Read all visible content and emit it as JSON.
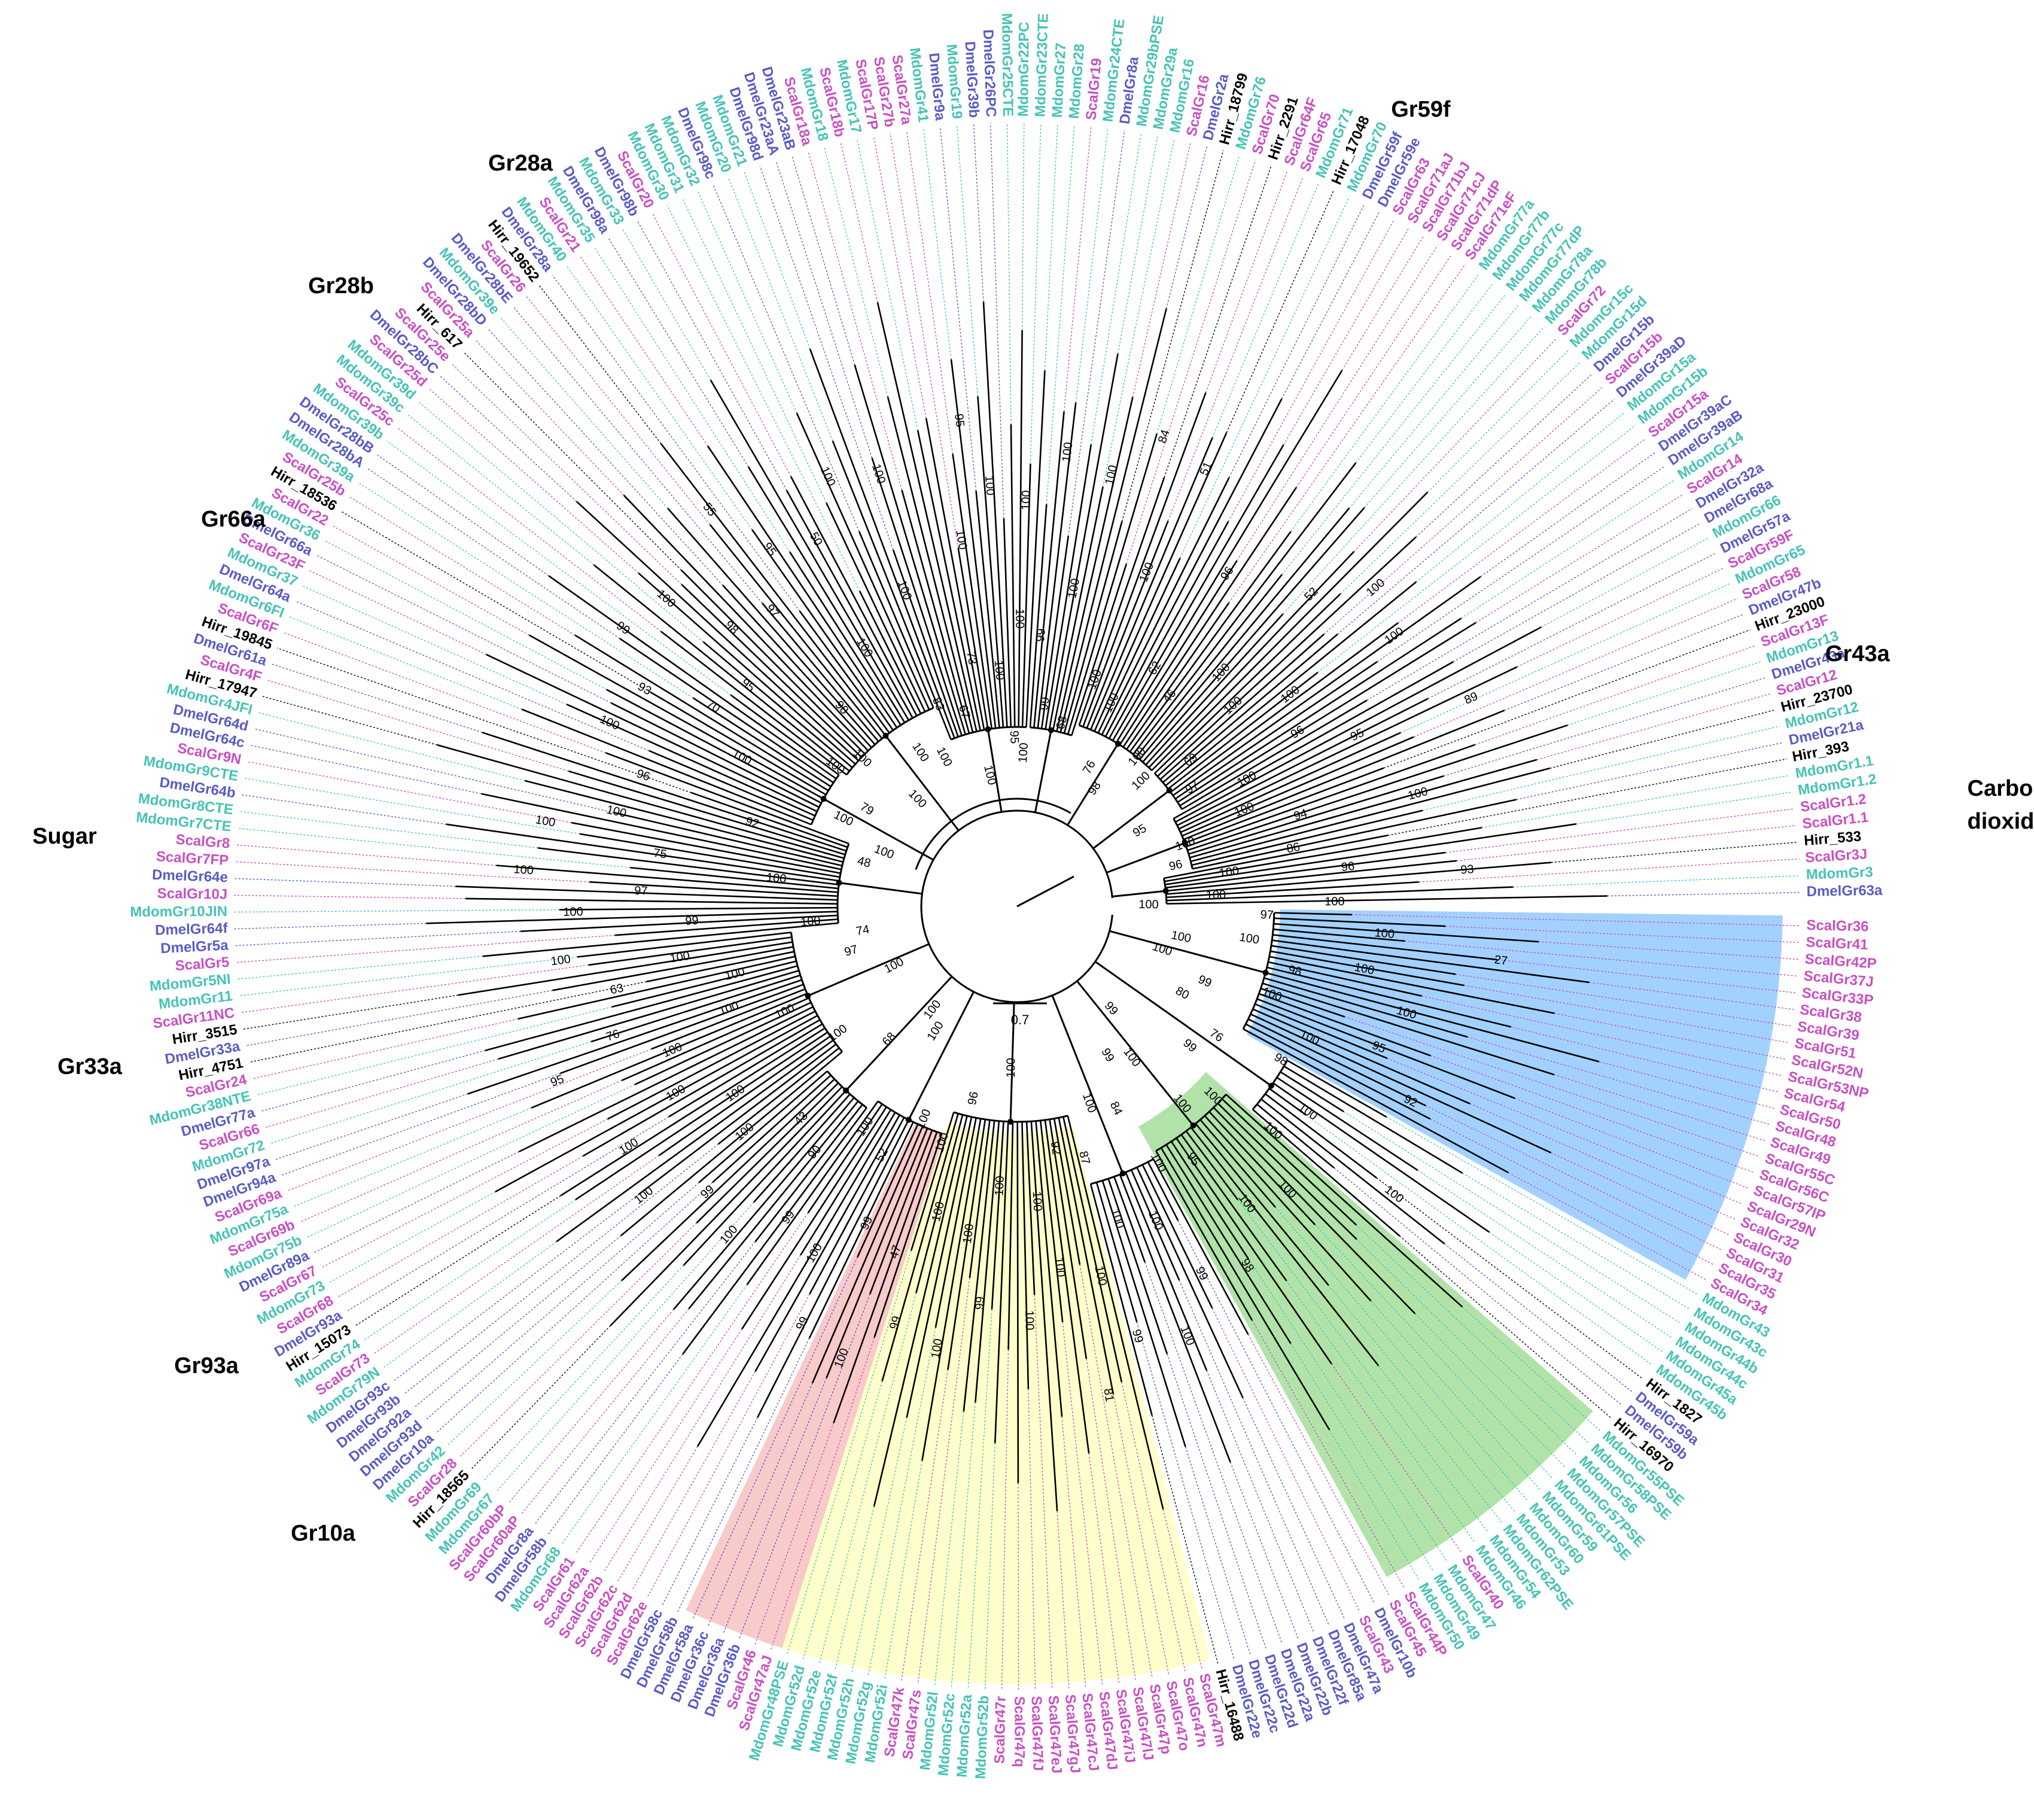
{
  "colors": {
    "Scal": "#c94fc2",
    "Mdom": "#45c3b4",
    "Dmel": "#5a5ac6",
    "Hirr": "#000000",
    "highlight_blue": "#99ccff",
    "highlight_green": "#a9e0a0",
    "highlight_yellow": "#ffffc6",
    "highlight_red": "#f7c4c4"
  },
  "scale_bar_label": "0.7",
  "group_labels": [
    {
      "text": "Gr28a"
    },
    {
      "text": "Gr59f"
    },
    {
      "text": "Gr28b"
    },
    {
      "text": "Gr66a"
    },
    {
      "text": "Gr43a"
    },
    {
      "text": "Carbon"
    },
    {
      "text": "dioxide"
    },
    {
      "text": "Sugar"
    },
    {
      "text": "Gr33a"
    },
    {
      "text": "Gr93a"
    },
    {
      "text": "Gr10a"
    }
  ],
  "leaves": [
    "ScalGr36",
    "ScalGr41",
    "ScalGr42P",
    "ScalGr37J",
    "ScalGr33P",
    "ScalGr38",
    "ScalGr39",
    "ScalGr51",
    "ScalGr52N",
    "ScalGr53NP",
    "ScalGr54",
    "ScalGr50",
    "ScalGr48",
    "ScalGr49",
    "ScalGr55C",
    "ScalGr56C",
    "ScalGr57IP",
    "ScalGr29N",
    "ScalGr32",
    "ScalGr30",
    "ScalGr31",
    "ScalGr35",
    "ScalGr34",
    "MdomGr43",
    "MdomGr43c",
    "MdomGr44b",
    "MdomGr44c",
    "MdomGr45a",
    "MdomGr45b",
    "Hirr_1827",
    "DmelGr59a",
    "DmelGr59b",
    "Hirr_16970",
    "MdomGr55PSE",
    "MdomGr58PSE",
    "MdomGr56",
    "MdomGr57PSE",
    "MdomGr61PSE",
    "MdomGr59",
    "MdomGr60",
    "MdomGr53",
    "MdomGr62PSE",
    "MdomGr54",
    "MdomGr46",
    "ScalGr40",
    "MdomGr47",
    "MdomGr49",
    "MdomGr50",
    "ScalGr44P",
    "ScalGr45",
    "DmelGr10b",
    "ScalGr43",
    "DmelGr47a",
    "DmelGr85a",
    "DmelGr22f",
    "DmelGr22b",
    "DmelGr22a",
    "DmelGr22d",
    "DmelGr22c",
    "DmelGr22e",
    "Hirr_16488",
    "ScalGr47m",
    "ScalGr47n",
    "ScalGr47o",
    "ScalGr47p",
    "ScalGr47lJ",
    "ScalGr47iJ",
    "ScalGr47dJ",
    "ScalGr47cJ",
    "ScalGr47gJ",
    "ScalGr47eJ",
    "ScalGr47fJ",
    "ScalGr47q",
    "ScalGr47r",
    "MdomGr52b",
    "MdomGr52a",
    "MdomGr52c",
    "MdomGr52l",
    "ScalGr47s",
    "ScalGr47k",
    "MdomGr52i",
    "MdomGr52g",
    "MdomGr52h",
    "MdomGr52f",
    "MdomGr52e",
    "MdomGr52d",
    "MdomGr48PSE",
    "ScalGr47aJ",
    "ScalGr46",
    "DmelGr36b",
    "DmelGr36a",
    "DmelGr36c",
    "DmelGr58a",
    "DmelGr58b",
    "DmelGr58c",
    "ScalGr62e",
    "ScalGr62d",
    "ScalGr62c",
    "ScalGr62b",
    "ScalGr62a",
    "ScalGr61",
    "MdomGr68",
    "DmelGr58b",
    "DmelGr8a",
    "ScalGr60aP",
    "ScalGr60bP",
    "MdomGr67",
    "MdomGr69",
    "Hirr_18565",
    "ScalGr28",
    "MdomGr42",
    "DmelGr10a",
    "DmelGr93d",
    "DmelGr92a",
    "DmelGr93b",
    "DmelGr93c",
    "MdomGr79N",
    "ScalGr73",
    "MdomGr74",
    "Hirr_15073",
    "DmelGr93a",
    "ScalGr68",
    "MdomGr73",
    "ScalGr67",
    "DmelGr89a",
    "MdomGr75b",
    "ScalGr69b",
    "MdomGr75a",
    "ScalGr69a",
    "DmelGr94a",
    "DmelGr97a",
    "MdomGr72",
    "ScalGr66",
    "DmelGr77a",
    "MdomGr38NTE",
    "ScalGr24",
    "Hirr_4751",
    "DmelGr33a",
    "Hirr_3515",
    "ScalGr11NC",
    "MdomGr11",
    "MdomGr5NI",
    "ScalGr5",
    "DmelGr5a",
    "DmelGr64f",
    "MdomGr10JIN",
    "ScalGr10J",
    "DmelGr64e",
    "ScalGr7FP",
    "ScalGr8",
    "MdomGr7CTE",
    "MdomGr8CTE",
    "DmelGr64b",
    "MdomGr9CTE",
    "ScalGr9N",
    "DmelGr64c",
    "DmelGr64d",
    "MdomGr4JFI",
    "Hirr_17947",
    "ScalGr4F",
    "DmelGr61a",
    "Hirr_19845",
    "ScalGr6F",
    "MdomGr6FI",
    "DmelGr64a",
    "MdomGr37",
    "ScalGr23F",
    "DmelGr66a",
    "MdomGr36",
    "ScalGr22",
    "Hirr_18536",
    "ScalGr25b",
    "MdomGr39a",
    "DmelGr28bA",
    "DmelGr28bB",
    "MdomGr39b",
    "ScalGr25c",
    "MdomGr39c",
    "MdomGr39d",
    "ScalGr25d",
    "DmelGr28bC",
    "ScalGr25e",
    "Hirr_617",
    "ScalGr25a",
    "DmelGr28bD",
    "MdomGr39e",
    "DmelGr28bE",
    "ScalGr26",
    "Hirr_19652",
    "DmelGr28a",
    "MdomGr40",
    "ScalGr21",
    "MdomGr35",
    "DmelGr98a",
    "MdomGr33",
    "DmelGr98b",
    "ScalGr20",
    "MdomGr30",
    "MdomGr31",
    "MdomGr32",
    "DmelGr98c",
    "MdomGr20",
    "MdomGr21",
    "DmelGr98d",
    "DmelGr23aA",
    "DmelGr23aB",
    "ScalGr18a",
    "MdomGr18",
    "ScalGr18b",
    "MdomGr17",
    "ScalGr17P",
    "ScalGr27b",
    "ScalGr27a",
    "MdomGr41",
    "DmelGr9a",
    "MdomGr19",
    "DmelGr39b",
    "DmelGr26PC",
    "MdomGr25CTE",
    "MdomGr22PC",
    "MdomGr23CTE",
    "MdomGr27",
    "MdomGr28",
    "ScalGr19",
    "MdomGr24CTE",
    "DmelGr8a",
    "MdomGr29bPSE",
    "MdomGr29a",
    "MdomGr16",
    "ScalGr16",
    "DmelGr2a",
    "Hirr_18799",
    "MdomGr76",
    "ScalGr70",
    "Hirr_2291",
    "ScalGr64F",
    "ScalGr65",
    "MdomGr71",
    "Hirr_17048",
    "MdomGr70",
    "DmelGr59f",
    "DmelGr59e",
    "ScalGr63",
    "ScalGr71aJ",
    "ScalGr71bJ",
    "ScalGr71cJ",
    "ScalGr71dP",
    "ScalGr71eF",
    "MdomGr77a",
    "MdomGr77b",
    "MdomGr77c",
    "MdomGr77dP",
    "MdomGr78a",
    "MdomGr78b",
    "ScalGr72",
    "MdomGr15c",
    "MdomGr15d",
    "DmelGr15b",
    "ScalGr15b",
    "DmelGr39aD",
    "MdomGr15a",
    "MdomGr15b",
    "ScalGr15a",
    "DmelGr39aC",
    "DmelGr39aB",
    "MdomGr14",
    "ScalGr14",
    "DmelGr32a",
    "DmelGr68a",
    "MdomGr66",
    "DmelGr57a",
    "ScalGr59F",
    "MdomGr65",
    "ScalGr58",
    "DmelGr47b",
    "Hirr_23000",
    "ScalGr13F",
    "MdomGr13",
    "DmelGr43a",
    "ScalGr12",
    "Hirr_23700",
    "MdomGr12",
    "DmelGr21a",
    "Hirr_393",
    "MdomGr1.1",
    "MdomGr1.2",
    "ScalGr1.2",
    "ScalGr1.1",
    "Hirr_533",
    "ScalGr3J",
    "MdomGr3",
    "DmelGr63a"
  ],
  "support_values": [
    "100",
    "100",
    "100",
    "100",
    "70",
    "100",
    "100",
    "100",
    "84",
    "52",
    "100",
    "98",
    "100",
    "95",
    "99",
    "87",
    "90",
    "97",
    "95",
    "84",
    "100",
    "76",
    "100",
    "100",
    "100",
    "100",
    "76",
    "100",
    "100",
    "100",
    "100",
    "100",
    "100",
    "100",
    "97",
    "95",
    "47",
    "76",
    "99",
    "95",
    "69",
    "98",
    "100",
    "100",
    "100",
    "100",
    "99",
    "100",
    "100",
    "100",
    "100",
    "100",
    "100",
    "100",
    "94",
    "100",
    "100",
    "100",
    "48",
    "83",
    "62",
    "96",
    "100",
    "100",
    "100",
    "100",
    "73",
    "100",
    "100",
    "98",
    "100",
    "97",
    "100",
    "100",
    "100",
    "100",
    "100",
    "100",
    "100",
    "98",
    "100",
    "95",
    "92",
    "81",
    "68",
    "100",
    "100",
    "100",
    "100",
    "100",
    "100",
    "100",
    "92",
    "100",
    "96",
    "93",
    "99",
    "96",
    "100",
    "100",
    "100",
    "52",
    "27",
    "99",
    "100",
    "100",
    "95",
    "100",
    "100",
    "100",
    "100",
    "100",
    "99",
    "97",
    "100",
    "89",
    "80",
    "92",
    "43",
    "75",
    "50",
    "51",
    "96",
    "99",
    "100",
    "100",
    "96",
    "100",
    "98",
    "100",
    "100",
    "100",
    "100",
    "93",
    "95",
    "100",
    "100",
    "100",
    "99",
    "63",
    "100",
    "100",
    "97",
    "100",
    "100",
    "99",
    "100",
    "55",
    "68",
    "100",
    "98",
    "100",
    "99",
    "100",
    "100",
    "100",
    "86",
    "100",
    "99",
    "100",
    "100",
    "67",
    "46",
    "100",
    "100",
    "99",
    "95",
    "79",
    "100",
    "100",
    "100",
    "99",
    "99",
    "74",
    "100",
    "99",
    "96",
    "95",
    "99",
    "100"
  ]
}
